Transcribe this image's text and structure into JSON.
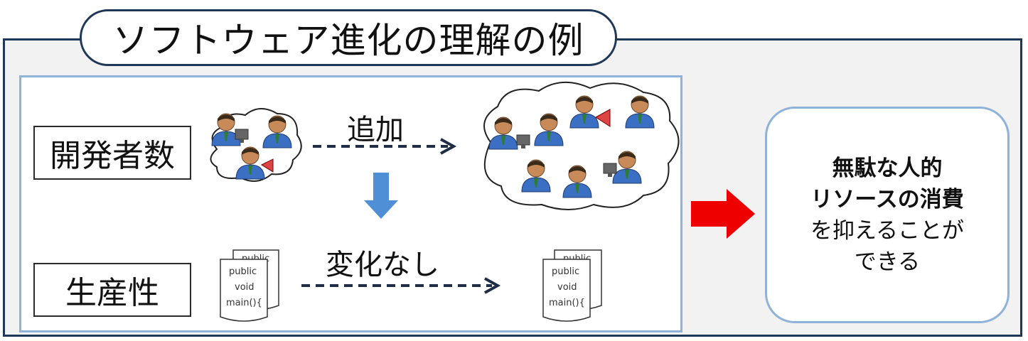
{
  "title": "ソフトウェア進化の理解の例",
  "rows": {
    "developers": {
      "label": "開発者数",
      "arrow_label": "追加"
    },
    "productivity": {
      "label": "生産性",
      "arrow_label": "変化なし"
    }
  },
  "code_sample": {
    "line1": "public",
    "line2": "void",
    "line3": "main(){",
    "back_line": "public"
  },
  "result": {
    "line1": "無駄な人的",
    "line2": "リソースの消費",
    "line3": "を抑えることが",
    "line4": "できる"
  },
  "colors": {
    "frame": "#1f3858",
    "panel_border": "#8fb2d9",
    "down_arrow": "#4f8fd6",
    "result_arrow": "#ee0000"
  }
}
